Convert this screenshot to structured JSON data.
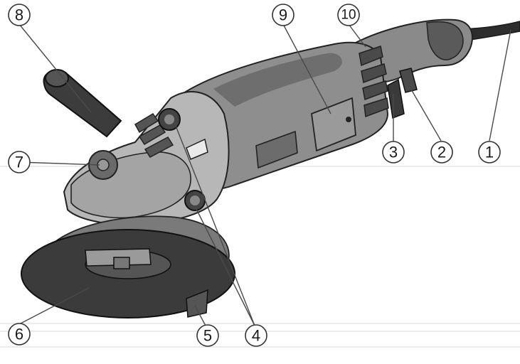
{
  "colors": {
    "body_dark": "#5a5a5a",
    "body_mid": "#8e8e8e",
    "body_light": "#b9b9b9",
    "outline": "#222222",
    "disc": "#3a3a3a",
    "rule_line": "#e3e3e3"
  },
  "callouts": [
    {
      "id": "1",
      "label": "1"
    },
    {
      "id": "2",
      "label": "2"
    },
    {
      "id": "3",
      "label": "3"
    },
    {
      "id": "4",
      "label": "4"
    },
    {
      "id": "5",
      "label": "5"
    },
    {
      "id": "6",
      "label": "6"
    },
    {
      "id": "7",
      "label": "7"
    },
    {
      "id": "8",
      "label": "8"
    },
    {
      "id": "9",
      "label": "9"
    },
    {
      "id": "10",
      "label": "10"
    }
  ]
}
